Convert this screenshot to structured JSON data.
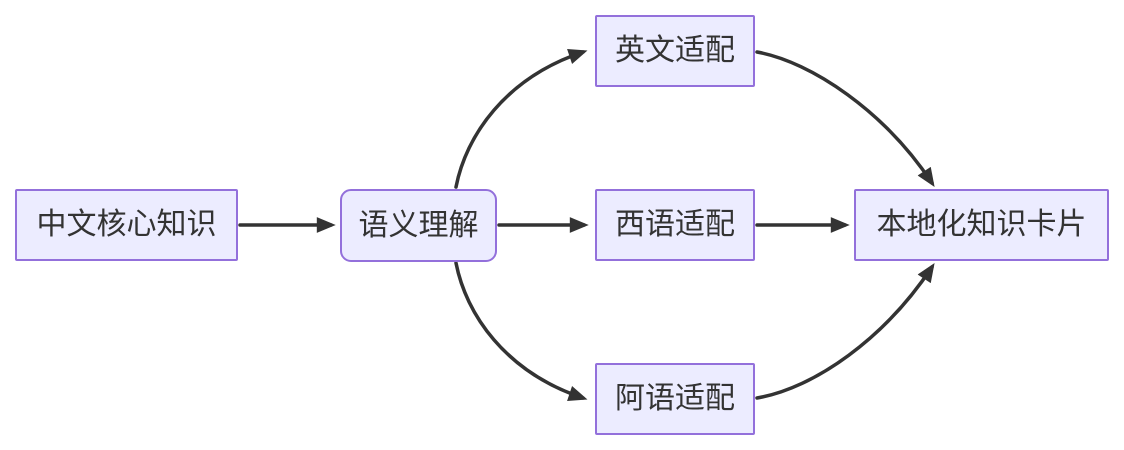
{
  "diagram": {
    "type": "flowchart",
    "direction": "left-to-right",
    "colors": {
      "node_fill": "#ECECFF",
      "node_border": "#9370DB",
      "edge_line": "#333333",
      "text": "#333333",
      "background": "#FFFFFF"
    },
    "nodes": [
      {
        "id": "A",
        "label": "中文核心知识",
        "shape": "rect"
      },
      {
        "id": "B",
        "label": "语义理解",
        "shape": "rounded"
      },
      {
        "id": "C",
        "label": "英文适配",
        "shape": "rect"
      },
      {
        "id": "D",
        "label": "西语适配",
        "shape": "rect"
      },
      {
        "id": "E",
        "label": "阿语适配",
        "shape": "rect"
      },
      {
        "id": "F",
        "label": "本地化知识卡片",
        "shape": "rect"
      }
    ],
    "edges": [
      {
        "from": "中文核心知识",
        "to": "语义理解",
        "style": "straight-arrow"
      },
      {
        "from": "语义理解",
        "to": "英文适配",
        "style": "curved-arrow"
      },
      {
        "from": "语义理解",
        "to": "西语适配",
        "style": "straight-arrow"
      },
      {
        "from": "语义理解",
        "to": "阿语适配",
        "style": "curved-arrow"
      },
      {
        "from": "英文适配",
        "to": "本地化知识卡片",
        "style": "curved-arrow"
      },
      {
        "from": "西语适配",
        "to": "本地化知识卡片",
        "style": "straight-arrow"
      },
      {
        "from": "阿语适配",
        "to": "本地化知识卡片",
        "style": "curved-arrow"
      }
    ]
  }
}
